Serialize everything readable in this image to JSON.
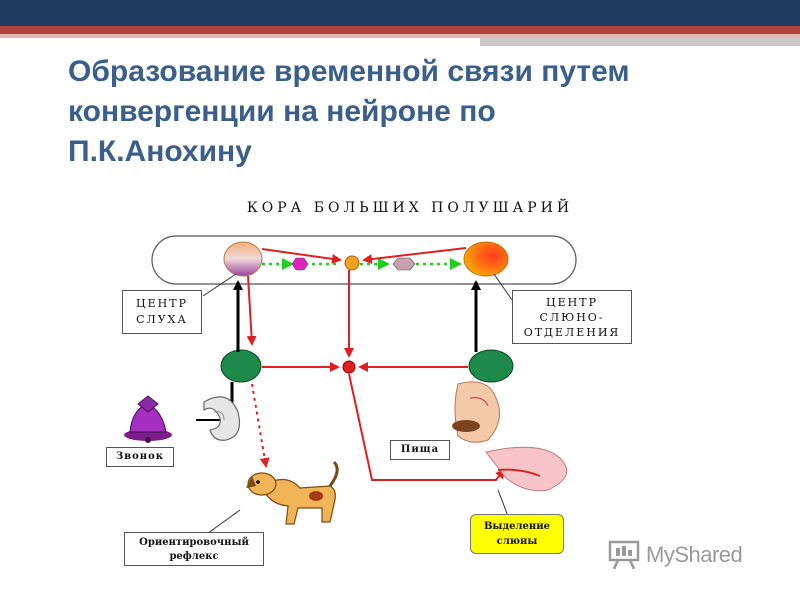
{
  "slide": {
    "title_lines": [
      "Образование временной связи путем",
      "конвергенции на нейроне по",
      "П.К.Анохину"
    ]
  },
  "diagram": {
    "subtitle": "КОРА БОЛЬШИХ ПОЛУШАРИЙ",
    "center_hearing": [
      "ЦЕНТР",
      "СЛУХА"
    ],
    "center_salivation": [
      "ЦЕНТР",
      "СЛЮНО-",
      "ОТДЕЛЕНИЯ"
    ],
    "bell": "Звонок",
    "food": "Пища",
    "orienting_reflex": [
      "Ориентировочный",
      "рефлекс"
    ],
    "saliva_secretion": [
      "Выделение",
      "слюны"
    ]
  },
  "brand": {
    "name": "MyShared"
  },
  "colors": {
    "title": "#3b5f8a",
    "arrow_red": "#e02020",
    "arrow_dotted_green": "#22cc22",
    "neuron_green": "#1e8a4a",
    "saliva_box": "#ffff00"
  }
}
